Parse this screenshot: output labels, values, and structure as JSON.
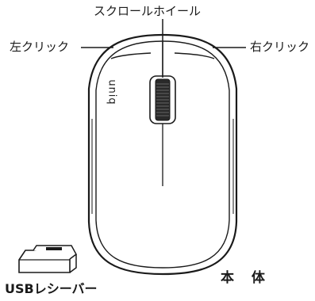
{
  "labels": {
    "scroll_wheel": "スクロールホイール",
    "left_click": "左クリック",
    "right_click": "右クリック",
    "body": "本 体",
    "usb_receiver": "USBレシーバー"
  },
  "logo_text": "uniq",
  "colors": {
    "line": "#1a1a1a",
    "wheel_fill": "#2a2a2a",
    "background": "#ffffff"
  }
}
